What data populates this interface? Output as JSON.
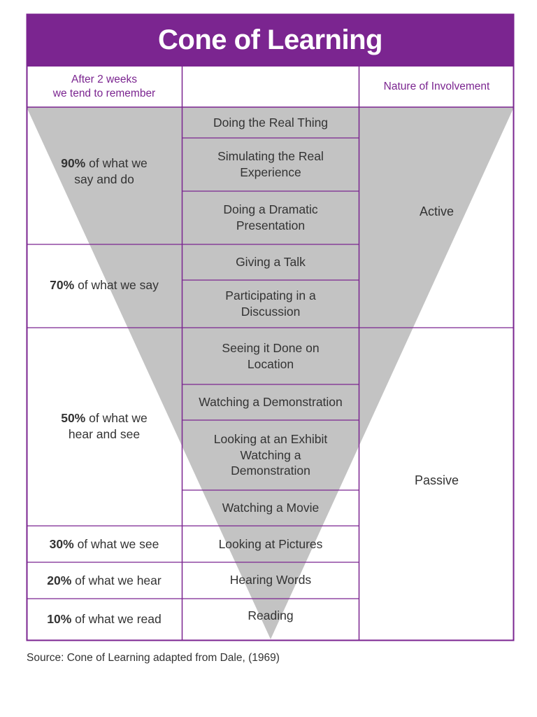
{
  "title": "Cone of Learning",
  "headers": {
    "left_line1": "After 2 weeks",
    "left_line2": "we tend to remember",
    "right": "Nature of Involvement"
  },
  "activities": [
    {
      "lines": [
        "Doing the Real Thing"
      ]
    },
    {
      "lines": [
        "Simulating the Real",
        "Experience"
      ]
    },
    {
      "lines": [
        "Doing a Dramatic",
        "Presentation"
      ]
    },
    {
      "lines": [
        "Giving a Talk"
      ]
    },
    {
      "lines": [
        "Participating in a",
        "Discussion"
      ]
    },
    {
      "lines": [
        "Seeing it Done on",
        "Location"
      ]
    },
    {
      "lines": [
        "Watching a Demonstration"
      ]
    },
    {
      "lines": [
        "Looking at an Exhibit",
        "Watching a",
        "Demonstration"
      ]
    },
    {
      "lines": [
        "Watching a Movie"
      ]
    },
    {
      "lines": [
        "Looking at Pictures"
      ]
    },
    {
      "lines": [
        "Hearing Words"
      ]
    },
    {
      "lines": [
        "Reading"
      ]
    }
  ],
  "retention": [
    {
      "percent": "90%",
      "line1": " of what we",
      "line2": "say and do"
    },
    {
      "percent": "70%",
      "line1": " of what we say",
      "line2": ""
    },
    {
      "percent": "50%",
      "line1": " of what we",
      "line2": "hear and see"
    },
    {
      "percent": "30%",
      "line1": " of what we see",
      "line2": ""
    },
    {
      "percent": "20%",
      "line1": " of what we hear",
      "line2": ""
    },
    {
      "percent": "10%",
      "line1": " of what we read",
      "line2": ""
    }
  ],
  "involvement": {
    "active": "Active",
    "passive": "Passive"
  },
  "source": "Source: Cone of Learning adapted from Dale, (1969)",
  "colors": {
    "purple": "#7b2590",
    "cone": "#c3c3c3"
  }
}
